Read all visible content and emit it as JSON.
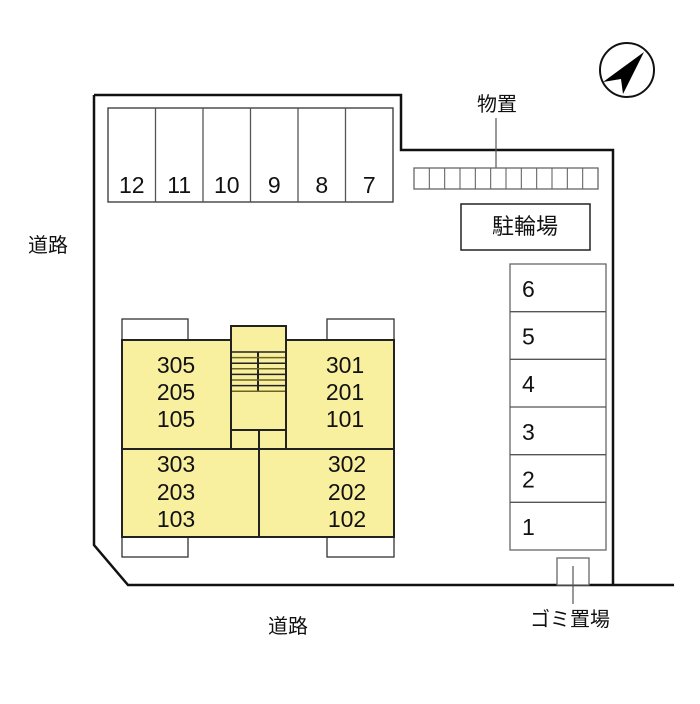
{
  "diagram": {
    "type": "site-plan",
    "compass": {
      "icon": "north-arrow-icon",
      "direction": "north-east"
    },
    "roads": {
      "west_label": "道路",
      "south_label": "道路"
    },
    "storage": {
      "label": "物置",
      "rack_cells": 12
    },
    "bicycle_parking": {
      "label": "駐輪場"
    },
    "garbage": {
      "label": "ゴミ置場"
    },
    "parking_top": [
      "12",
      "11",
      "10",
      "9",
      "8",
      "7"
    ],
    "parking_right": [
      "6",
      "5",
      "4",
      "3",
      "2",
      "1"
    ],
    "building": {
      "fill_color": "#f8ef9f",
      "units": {
        "top_left": [
          "305",
          "205",
          "105"
        ],
        "top_right": [
          "301",
          "201",
          "101"
        ],
        "bottom_left": [
          "303",
          "203",
          "103"
        ],
        "bottom_right": [
          "302",
          "202",
          "102"
        ]
      }
    }
  }
}
